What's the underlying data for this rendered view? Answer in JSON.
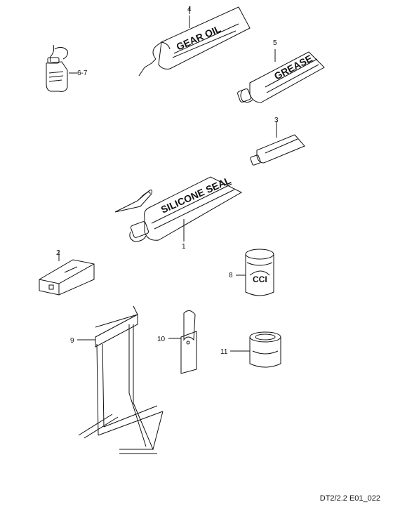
{
  "diagram": {
    "callouts": [
      {
        "id": "1",
        "text": "1"
      },
      {
        "id": "2",
        "text": "2"
      },
      {
        "id": "3",
        "text": "3"
      },
      {
        "id": "4",
        "text": "4"
      },
      {
        "id": "5",
        "text": "5"
      },
      {
        "id": "67",
        "text": "6-7"
      },
      {
        "id": "8",
        "text": "8"
      },
      {
        "id": "9",
        "text": "9"
      },
      {
        "id": "10",
        "text": "10"
      },
      {
        "id": "11",
        "text": "11"
      }
    ],
    "tube_labels": {
      "gear_oil": "GEAR OIL",
      "grease": "GREASE",
      "silicone": "SILICONE SEAL"
    },
    "can_label": "CCI",
    "reference": "DT2/2.2 E01_022"
  }
}
